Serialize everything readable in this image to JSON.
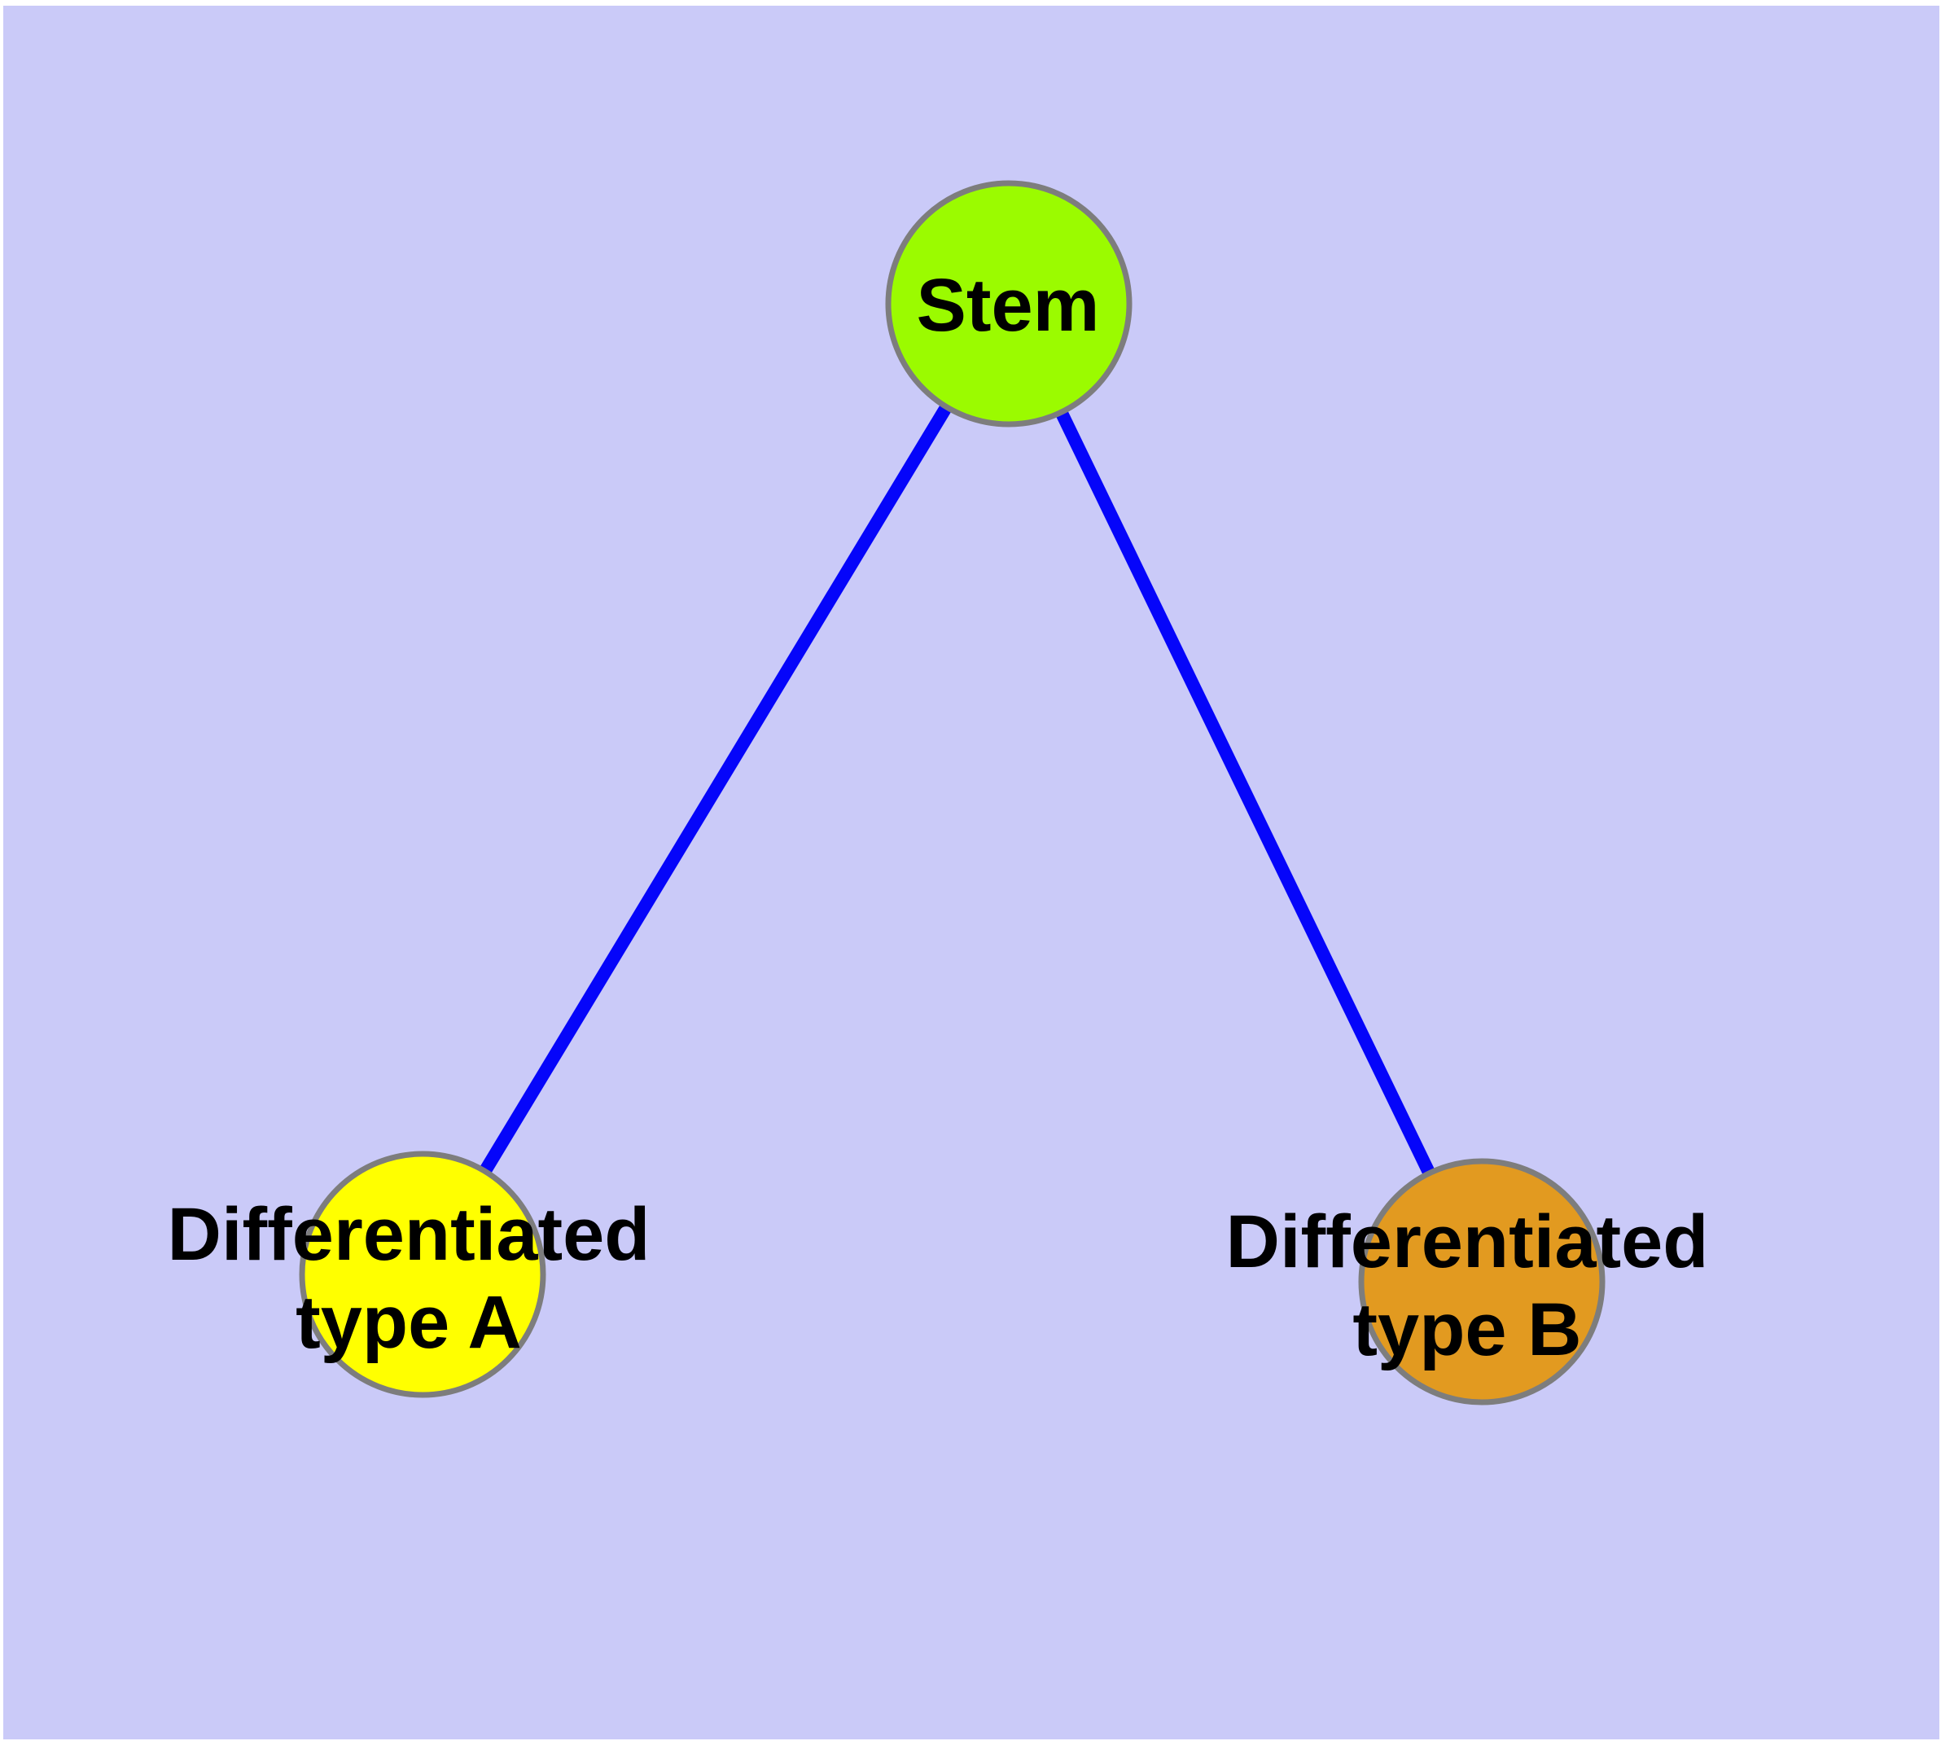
{
  "diagram": {
    "type": "graph",
    "background_color": "#cacaf8",
    "frame_color": "#ffffff",
    "edge_color": "#0505fa",
    "node_border_color": "#7d7d7d",
    "label_color": "#000000",
    "nodes": [
      {
        "id": "stem",
        "label": "Stem",
        "fill": "#9bfb00"
      },
      {
        "id": "differentiated-type-a",
        "label_lines": [
          "Differentiated",
          "type A"
        ],
        "fill": "#ffff00"
      },
      {
        "id": "differentiated-type-b",
        "label_lines": [
          "Differentiated",
          "type B"
        ],
        "fill": "#e29a20"
      }
    ],
    "edges": [
      {
        "from": "Stem",
        "to": "Differentiated type A"
      },
      {
        "from": "Stem",
        "to": "Differentiated type B"
      }
    ]
  }
}
